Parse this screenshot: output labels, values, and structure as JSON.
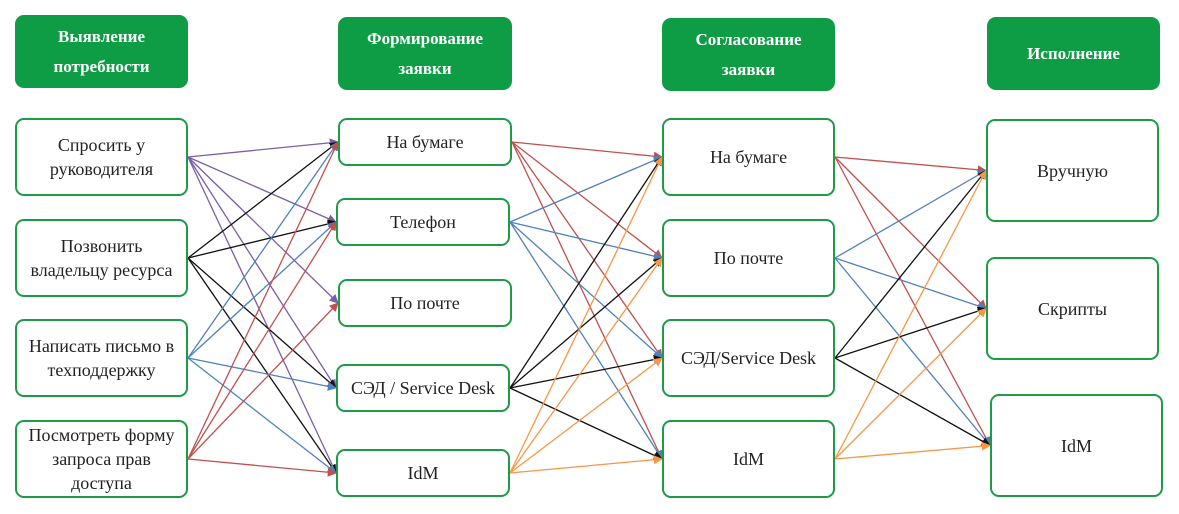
{
  "columns": [
    {
      "header": "Выявление потребности",
      "items": [
        "Спросить у руководителя",
        "Позвонить владельцу ресурса",
        "Написать письмо в техподдержку",
        "Посмотреть форму запроса прав доступа"
      ]
    },
    {
      "header": "Формирование заявки",
      "items": [
        "На бумаге",
        "Телефон",
        "По почте",
        "СЭД / Service Desk",
        "IdM"
      ]
    },
    {
      "header": "Согласование заявки",
      "items": [
        "На бумаге",
        "По почте",
        "СЭД/Service Desk",
        "IdM"
      ]
    },
    {
      "header": "Исполнение",
      "items": [
        "Вручную",
        "Скрипты",
        "IdM"
      ]
    }
  ],
  "colors": {
    "header_bg": "#0e9c45",
    "header_text": "#ffffff",
    "node_border": "#1e9b46",
    "purple": "#7b5ea7",
    "black": "#111111",
    "blue": "#4f81bd",
    "red": "#c0504d",
    "orange": "#f79646"
  },
  "connections": [
    {
      "from": [
        0,
        0
      ],
      "to": [
        1,
        0
      ],
      "color": "purple"
    },
    {
      "from": [
        0,
        0
      ],
      "to": [
        1,
        1
      ],
      "color": "purple"
    },
    {
      "from": [
        0,
        0
      ],
      "to": [
        1,
        2
      ],
      "color": "purple"
    },
    {
      "from": [
        0,
        0
      ],
      "to": [
        1,
        3
      ],
      "color": "purple"
    },
    {
      "from": [
        0,
        0
      ],
      "to": [
        1,
        4
      ],
      "color": "purple"
    },
    {
      "from": [
        0,
        1
      ],
      "to": [
        1,
        0
      ],
      "color": "black"
    },
    {
      "from": [
        0,
        1
      ],
      "to": [
        1,
        1
      ],
      "color": "black"
    },
    {
      "from": [
        0,
        1
      ],
      "to": [
        1,
        3
      ],
      "color": "black"
    },
    {
      "from": [
        0,
        1
      ],
      "to": [
        1,
        4
      ],
      "color": "black"
    },
    {
      "from": [
        0,
        2
      ],
      "to": [
        1,
        0
      ],
      "color": "blue"
    },
    {
      "from": [
        0,
        2
      ],
      "to": [
        1,
        1
      ],
      "color": "blue"
    },
    {
      "from": [
        0,
        2
      ],
      "to": [
        1,
        3
      ],
      "color": "blue"
    },
    {
      "from": [
        0,
        2
      ],
      "to": [
        1,
        4
      ],
      "color": "blue"
    },
    {
      "from": [
        0,
        3
      ],
      "to": [
        1,
        0
      ],
      "color": "red"
    },
    {
      "from": [
        0,
        3
      ],
      "to": [
        1,
        1
      ],
      "color": "red"
    },
    {
      "from": [
        0,
        3
      ],
      "to": [
        1,
        2
      ],
      "color": "red"
    },
    {
      "from": [
        0,
        3
      ],
      "to": [
        1,
        4
      ],
      "color": "red"
    },
    {
      "from": [
        1,
        0
      ],
      "to": [
        2,
        0
      ],
      "color": "red"
    },
    {
      "from": [
        1,
        0
      ],
      "to": [
        2,
        1
      ],
      "color": "red"
    },
    {
      "from": [
        1,
        0
      ],
      "to": [
        2,
        2
      ],
      "color": "red"
    },
    {
      "from": [
        1,
        0
      ],
      "to": [
        2,
        3
      ],
      "color": "red"
    },
    {
      "from": [
        1,
        1
      ],
      "to": [
        2,
        0
      ],
      "color": "blue"
    },
    {
      "from": [
        1,
        1
      ],
      "to": [
        2,
        1
      ],
      "color": "blue"
    },
    {
      "from": [
        1,
        1
      ],
      "to": [
        2,
        2
      ],
      "color": "blue"
    },
    {
      "from": [
        1,
        1
      ],
      "to": [
        2,
        3
      ],
      "color": "blue"
    },
    {
      "from": [
        1,
        3
      ],
      "to": [
        2,
        0
      ],
      "color": "black"
    },
    {
      "from": [
        1,
        3
      ],
      "to": [
        2,
        1
      ],
      "color": "black"
    },
    {
      "from": [
        1,
        3
      ],
      "to": [
        2,
        2
      ],
      "color": "black"
    },
    {
      "from": [
        1,
        3
      ],
      "to": [
        2,
        3
      ],
      "color": "black"
    },
    {
      "from": [
        1,
        4
      ],
      "to": [
        2,
        0
      ],
      "color": "orange"
    },
    {
      "from": [
        1,
        4
      ],
      "to": [
        2,
        1
      ],
      "color": "orange"
    },
    {
      "from": [
        1,
        4
      ],
      "to": [
        2,
        2
      ],
      "color": "orange"
    },
    {
      "from": [
        1,
        4
      ],
      "to": [
        2,
        3
      ],
      "color": "orange"
    },
    {
      "from": [
        2,
        0
      ],
      "to": [
        3,
        0
      ],
      "color": "red"
    },
    {
      "from": [
        2,
        0
      ],
      "to": [
        3,
        1
      ],
      "color": "red"
    },
    {
      "from": [
        2,
        0
      ],
      "to": [
        3,
        2
      ],
      "color": "red"
    },
    {
      "from": [
        2,
        1
      ],
      "to": [
        3,
        0
      ],
      "color": "blue"
    },
    {
      "from": [
        2,
        1
      ],
      "to": [
        3,
        1
      ],
      "color": "blue"
    },
    {
      "from": [
        2,
        1
      ],
      "to": [
        3,
        2
      ],
      "color": "blue"
    },
    {
      "from": [
        2,
        2
      ],
      "to": [
        3,
        0
      ],
      "color": "black"
    },
    {
      "from": [
        2,
        2
      ],
      "to": [
        3,
        1
      ],
      "color": "black"
    },
    {
      "from": [
        2,
        2
      ],
      "to": [
        3,
        2
      ],
      "color": "black"
    },
    {
      "from": [
        2,
        3
      ],
      "to": [
        3,
        0
      ],
      "color": "orange"
    },
    {
      "from": [
        2,
        3
      ],
      "to": [
        3,
        1
      ],
      "color": "orange"
    },
    {
      "from": [
        2,
        3
      ],
      "to": [
        3,
        2
      ],
      "color": "orange"
    }
  ]
}
